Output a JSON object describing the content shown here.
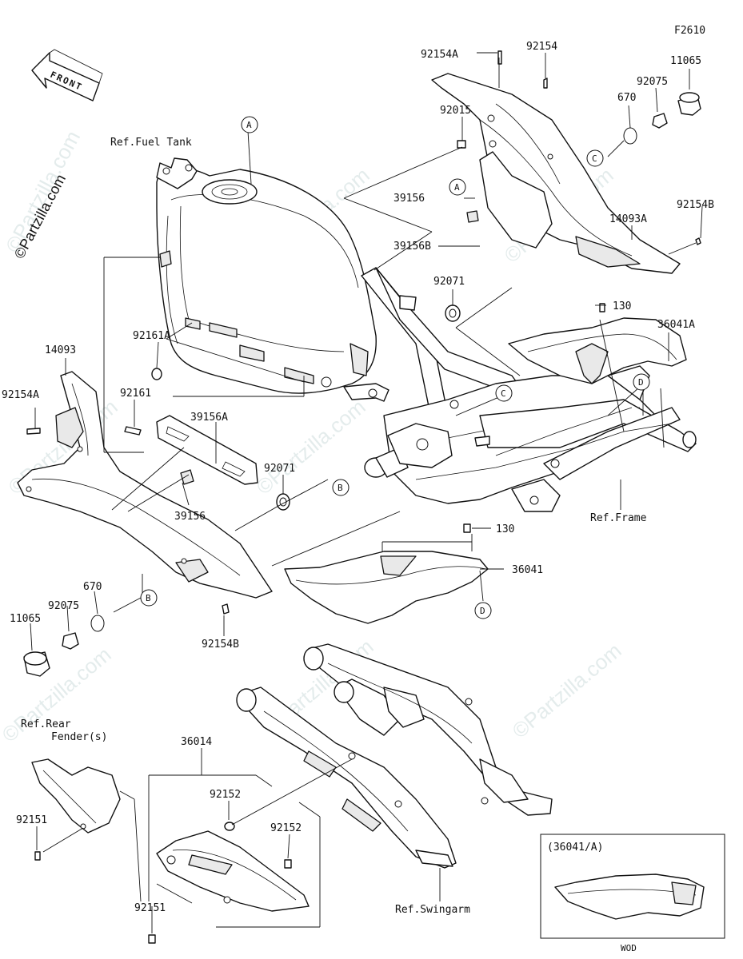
{
  "figure_code": "F2610",
  "front_label": "FRONT",
  "watermark": "©Partzilla.com",
  "wod_box": {
    "title": "(36041/A)",
    "footer": "WOD"
  },
  "callouts": {
    "A": "A",
    "B": "B",
    "C": "C",
    "D": "D"
  },
  "refs": {
    "fuel_tank": "Ref.Fuel Tank",
    "frame": "Ref.Frame",
    "rear_fender_1": "Ref.Rear",
    "rear_fender_2": "Fender(s)",
    "swingarm": "Ref.Swingarm"
  },
  "parts": {
    "p92154A_top": "92154A",
    "p92154_top": "92154",
    "p11065_right": "11065",
    "p92075_right": "92075",
    "p670_right": "670",
    "p92015": "92015",
    "p39156_upper": "39156",
    "p39156B": "39156B",
    "p14093A": "14093A",
    "p92154B_right": "92154B",
    "p92071_upper": "92071",
    "p130_upper": "130",
    "p36041A": "36041A",
    "p92161A": "92161A",
    "p14093": "14093",
    "p92154A_left": "92154A",
    "p92161": "92161",
    "p39156A": "39156A",
    "p92071_lower": "92071",
    "p39156_lower": "39156",
    "p130_lower": "130",
    "p36041": "36041",
    "p670_left": "670",
    "p92075_left": "92075",
    "p11065_left": "11065",
    "p92154B_lower": "92154B",
    "p36014": "36014",
    "p92152_a": "92152",
    "p92152_b": "92152",
    "p92151_left": "92151",
    "p92151_bottom": "92151"
  }
}
